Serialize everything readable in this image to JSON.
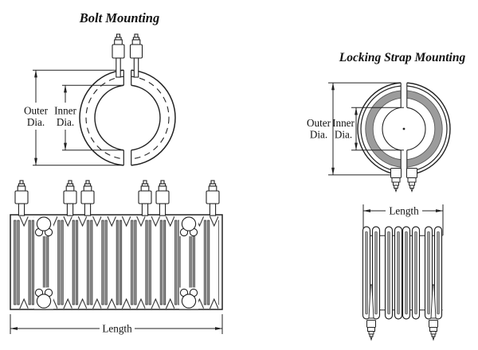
{
  "colors": {
    "line": "#222222",
    "gray": "#9c9c9c",
    "background": "#ffffff",
    "text": "#111111"
  },
  "bolt_mounting": {
    "title": "Bolt Mounting",
    "front_view": {
      "outer_dia_label": [
        "Outer",
        "Dia."
      ],
      "inner_dia_label": [
        "Inner",
        "Dia."
      ]
    },
    "side_view": {
      "length_label": "Length"
    }
  },
  "locking_strap_mounting": {
    "title": "Locking Strap Mounting",
    "front_view": {
      "outer_dia_label": [
        "Outer",
        "Dia."
      ],
      "inner_dia_label": [
        "Inner",
        "Dia."
      ]
    },
    "side_view": {
      "length_label": "Length"
    }
  }
}
